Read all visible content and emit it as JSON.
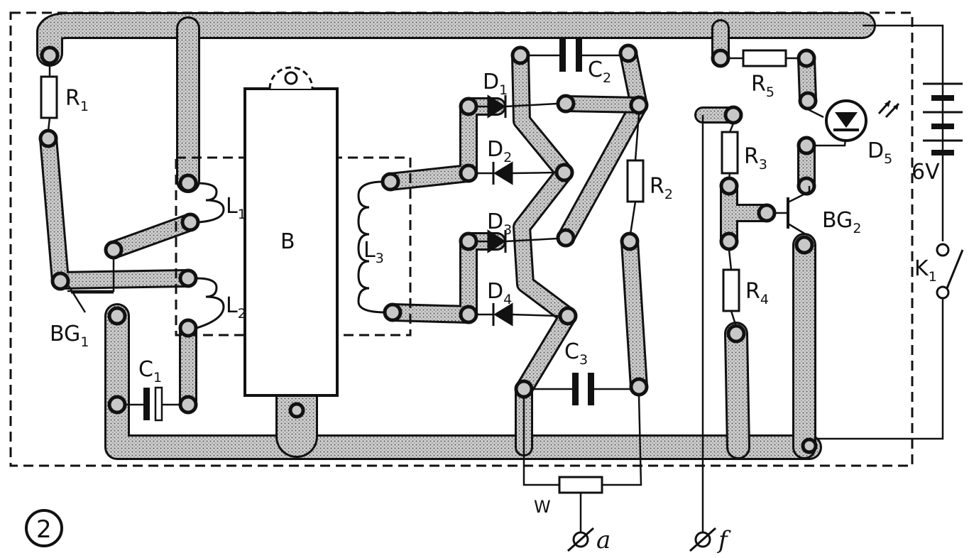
{
  "figure_number": "2",
  "labels": {
    "R1": {
      "main": "R",
      "sub": "1"
    },
    "R2": {
      "main": "R",
      "sub": "2"
    },
    "R3": {
      "main": "R",
      "sub": "3"
    },
    "R4": {
      "main": "R",
      "sub": "4"
    },
    "R5": {
      "main": "R",
      "sub": "5"
    },
    "L1": {
      "main": "L",
      "sub": "1"
    },
    "L2": {
      "main": "L",
      "sub": "2"
    },
    "L3": {
      "main": "L",
      "sub": "3"
    },
    "C1": {
      "main": "C",
      "sub": "1"
    },
    "C2": {
      "main": "C",
      "sub": "2"
    },
    "C3": {
      "main": "C",
      "sub": "3"
    },
    "D1": {
      "main": "D",
      "sub": "1"
    },
    "D2": {
      "main": "D",
      "sub": "2"
    },
    "D3": {
      "main": "D",
      "sub": "3"
    },
    "D4": {
      "main": "D",
      "sub": "4"
    },
    "D5": {
      "main": "D",
      "sub": "5"
    },
    "BG1": {
      "main": "BG",
      "sub": "1"
    },
    "BG2": {
      "main": "BG",
      "sub": "2"
    },
    "K1": {
      "main": "K",
      "sub": "1"
    },
    "B": "B",
    "W": "W",
    "voltage": "6V",
    "terminal_a": "a",
    "terminal_f": "f"
  },
  "colors": {
    "ink": "#111111",
    "trace_fill": "#b9b9b9",
    "paper": "#ffffff"
  }
}
